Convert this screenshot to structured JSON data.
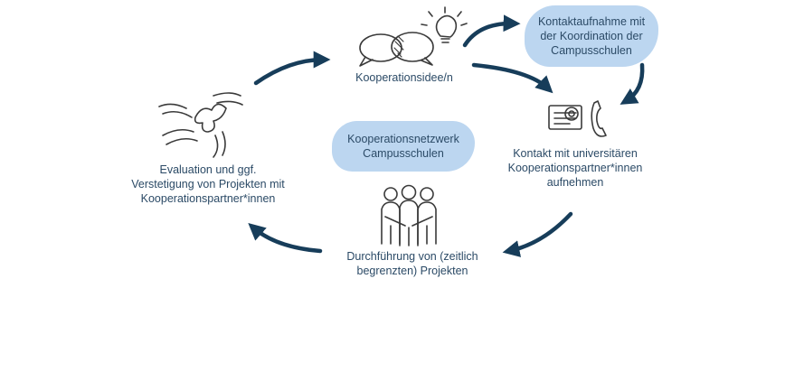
{
  "nodes": {
    "idea": "Kooperationsidee/n",
    "contact_coordination": "Kontaktaufnahme mit\nder Koordination der\nCampusschulen",
    "contact_partners": "Kontakt mit universitären\nKooperationspartner*innen\naufnehmen",
    "network": "Kooperationsnetzwerk\nCampusschulen",
    "execution": "Durchführung von (zeitlich\nbegrenzten) Projekten",
    "evaluation": "Evaluation und ggf.\nVerstetigung von Projekten mit\nKooperationspartner*innen"
  },
  "icons": {
    "idea": "speech-bubbles-lightbulb-icon",
    "contact": "email-phone-icon",
    "execution": "team-people-icon",
    "evaluation": "hands-puzzle-icon"
  },
  "colors": {
    "arrow": "#173d5a",
    "bubble": "#bcd6f0",
    "text": "#2b4a66"
  }
}
